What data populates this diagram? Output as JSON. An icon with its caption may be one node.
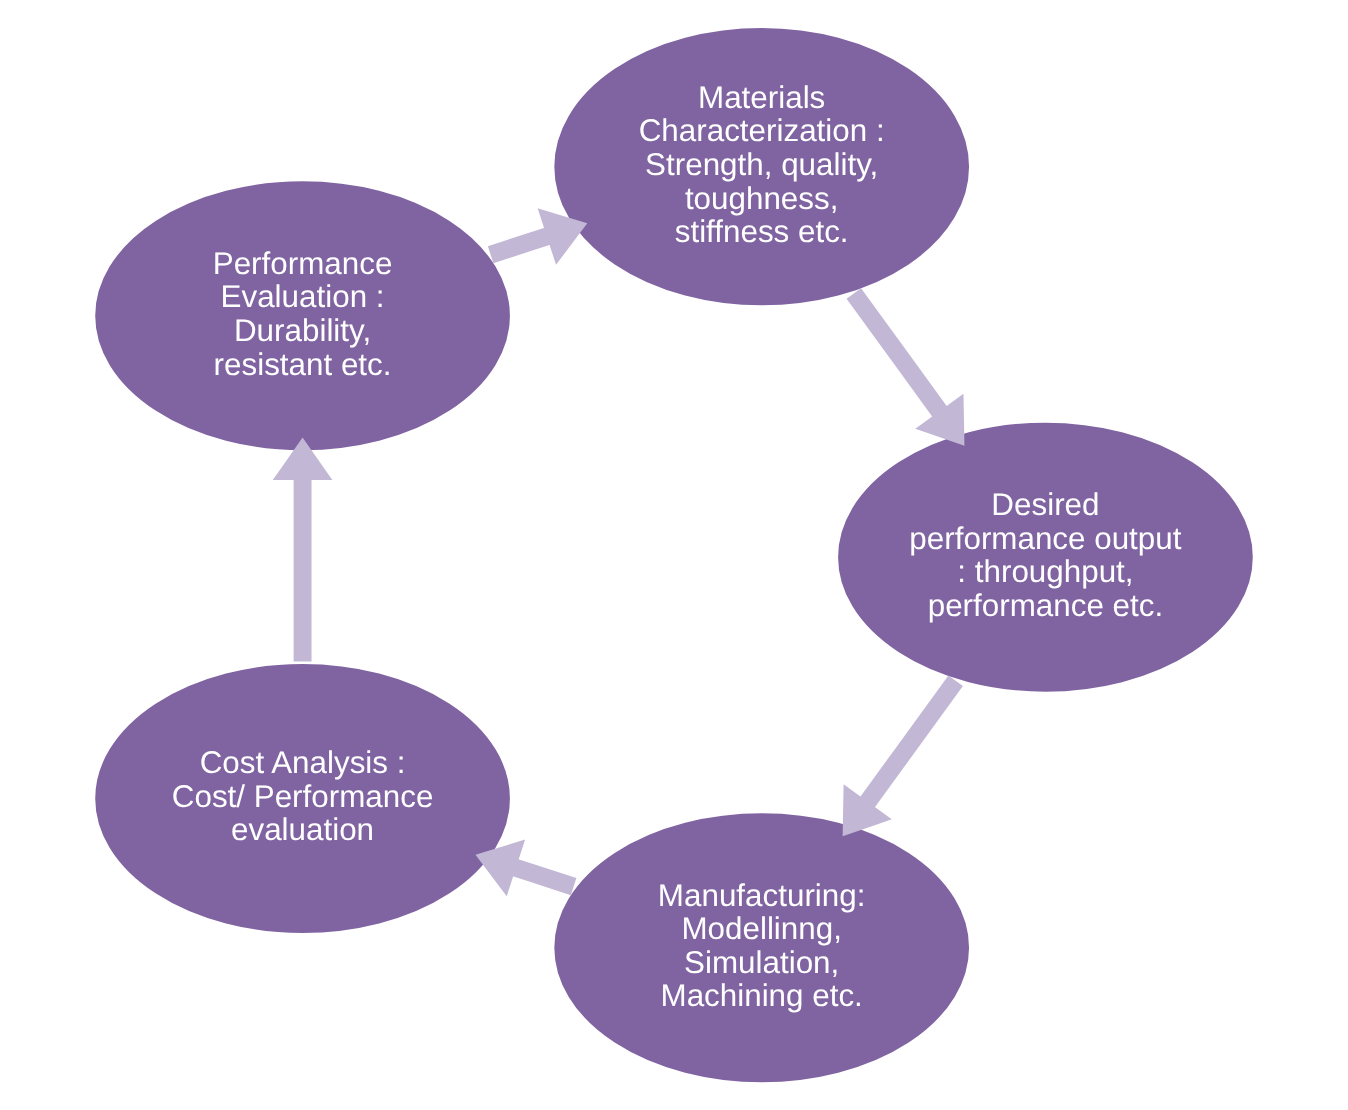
{
  "diagram": {
    "nodes": [
      {
        "text": [
          "Manufacturing: Modellinng, Simulation, Machining etc."
        ]
      },
      {
        "text": [
          "Desired performance output : throughput, performance etc."
        ]
      },
      {
        "text": [
          "Cost Analysis : Cost/ Performance evaluation"
        ]
      },
      {
        "text": [
          "Materials Characterization : Strength, quality, toughness, stiffness etc."
        ]
      },
      {
        "text": [
          "Performance Evaluation : Durability, resistant etc."
        ]
      }
    ],
    "edges": [
      {
        "from": 1,
        "to": 0,
        "arrow": "to"
      },
      {
        "from": 0,
        "to": 2,
        "arrow": "to"
      },
      {
        "from": 2,
        "to": 4,
        "arrow": "to"
      },
      {
        "from": 4,
        "to": 3,
        "arrow": "to"
      },
      {
        "from": 3,
        "to": 1,
        "arrow": "to"
      }
    ]
  }
}
